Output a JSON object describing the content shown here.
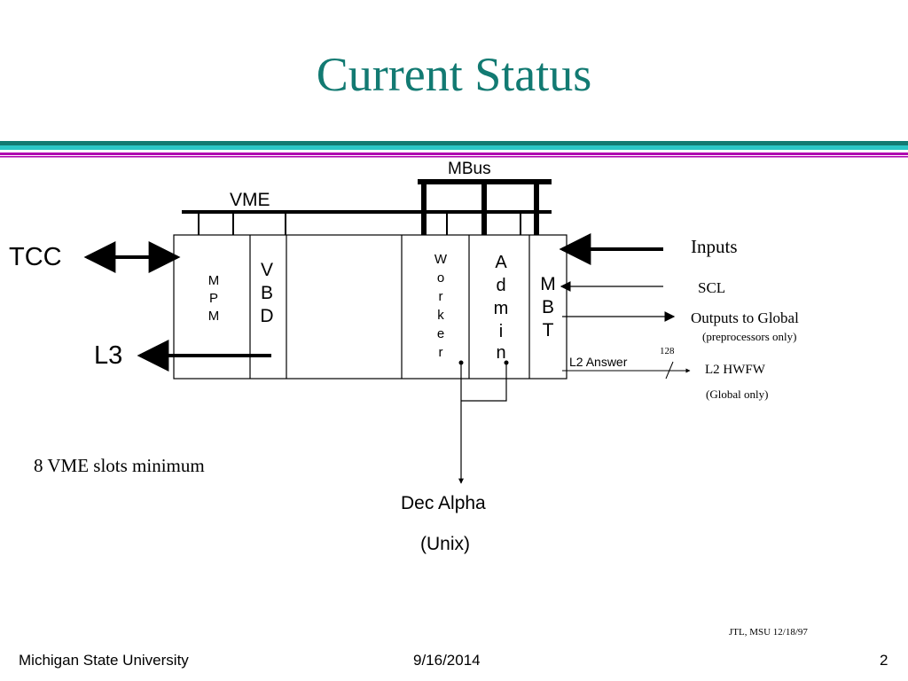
{
  "slide": {
    "title": "Current Status",
    "credit": "JTL, MSU 12/18/97",
    "footer": {
      "left": "Michigan State University",
      "center": "9/16/2014",
      "right": "2"
    }
  },
  "diagram": {
    "bus_labels": {
      "mbus": "MBus",
      "vme": "VME"
    },
    "modules": {
      "mpm": [
        "M",
        "P",
        "M"
      ],
      "vbd": [
        "V",
        "B",
        "D"
      ],
      "worker": [
        "W",
        "o",
        "r",
        "k",
        "e",
        "r"
      ],
      "admin": [
        "A",
        "d",
        "m",
        "i",
        "n"
      ],
      "mbt": [
        "M",
        "B",
        "T"
      ]
    },
    "external": {
      "tcc": "TCC",
      "l3": "L3",
      "inputs": "Inputs",
      "scl": "SCL",
      "outputs": "Outputs to Global",
      "outputs_note": "(preprocessors only)",
      "l2_answer": "L2 Answer",
      "bus_width": "128",
      "l2hwfw": "L2 HWFW",
      "l2hwfw_note": "(Global only)",
      "dec_alpha": "Dec Alpha",
      "unix": "(Unix)"
    },
    "note": "8 VME slots minimum"
  },
  "colors": {
    "title": "#127a72",
    "band_teal": "#1a8f86",
    "band_cyan": "#2cc6c6",
    "band_magenta": "#b000b0"
  }
}
